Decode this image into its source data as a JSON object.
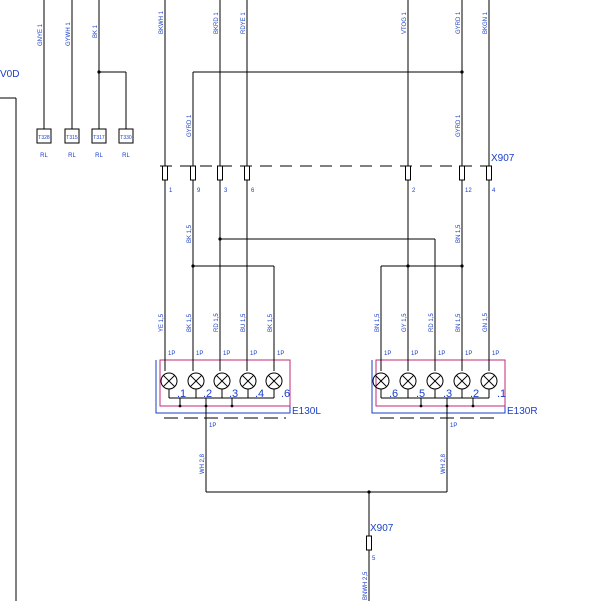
{
  "colors": {
    "wire": "#000000",
    "label": "#1a3ec8",
    "lamp_frame": "#c0287a"
  },
  "left_edge_label": "V0D",
  "top_wires": [
    {
      "id": "gnye",
      "label": "GNYE 1"
    },
    {
      "id": "gywh",
      "label": "GYWH 1"
    },
    {
      "id": "bk",
      "label": "BK 1"
    },
    {
      "id": "bkwh",
      "label": "BKWH 1"
    },
    {
      "id": "bkrd",
      "label": "BKRD 1"
    },
    {
      "id": "rdye",
      "label": "RDYE 1"
    },
    {
      "id": "vtog",
      "label": "VTOG 1"
    },
    {
      "id": "gyrd_top",
      "label": "GYRD 1"
    },
    {
      "id": "bkgn",
      "label": "BKGN 1"
    }
  ],
  "relays": [
    {
      "code": "T328",
      "sub": "RL"
    },
    {
      "code": "T315",
      "sub": "RL"
    },
    {
      "code": "T317",
      "sub": "RL"
    },
    {
      "code": "T330",
      "sub": "RL"
    }
  ],
  "connector_x907": {
    "name": "X907",
    "pins": [
      "1",
      "9",
      "3",
      "6",
      "2",
      "12",
      "4"
    ],
    "wire_labels": [
      "GYRD 1",
      "GYRD 1"
    ]
  },
  "mid_wire_labels": [
    "BK 1,5",
    "BN 1,5"
  ],
  "lamp_group_left": {
    "name": "E130L",
    "wire_labels": [
      "YE 1,5",
      "BK 1,5",
      "RD 1,5",
      "BU 1,5",
      "BK 1,5"
    ],
    "pin_labels": [
      "1P",
      "1P",
      "1P",
      "1P",
      "1P"
    ],
    "lamp_labels": [
      ".1",
      ".2",
      ".3",
      ".4",
      ".6"
    ],
    "ground_pin": "1P",
    "ground_wire": "WH 2,8"
  },
  "lamp_group_right": {
    "name": "E130R",
    "wire_labels": [
      "BN 1,5",
      "GY 1,5",
      "RD 1,5",
      "BN 1,5",
      "GN 1,5"
    ],
    "pin_labels": [
      "1P",
      "1P",
      "1P",
      "1P",
      "1P"
    ],
    "lamp_labels": [
      ".6",
      ".5",
      ".3",
      ".2",
      ".1"
    ],
    "ground_pin": "1P",
    "ground_wire": "WH 2,8"
  },
  "bottom_connector": {
    "name": "X907",
    "pin": "5",
    "wire_label": "BNWH 2,5"
  }
}
